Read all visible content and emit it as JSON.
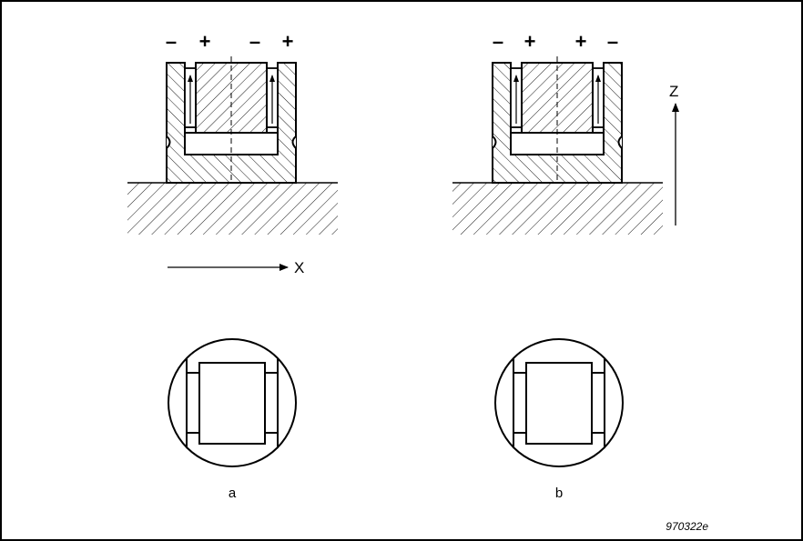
{
  "figure": {
    "panel_a": {
      "caption": "a",
      "signs": [
        "–",
        "+",
        "–",
        "+"
      ]
    },
    "panel_b": {
      "caption": "b",
      "signs": [
        "–",
        "+",
        "+",
        "–"
      ]
    },
    "axis_x_label": "X",
    "axis_z_label": "Z",
    "reference": "970322e"
  }
}
